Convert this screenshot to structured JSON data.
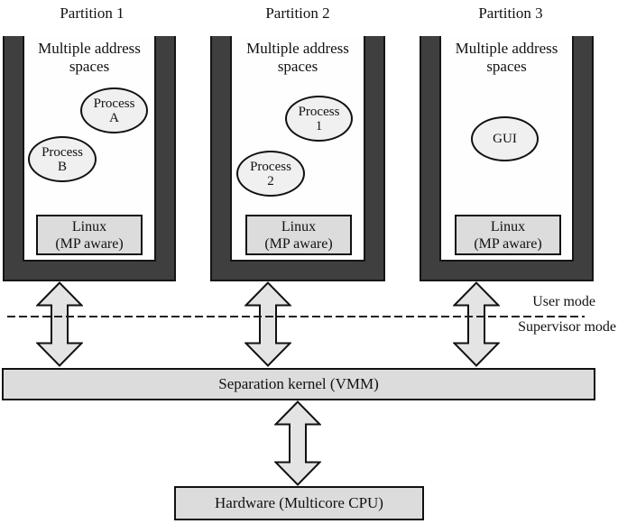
{
  "diagram": {
    "title_context": "Separation kernel virtualization architecture",
    "partitions": [
      {
        "title": "Partition 1",
        "subtitle": "Multiple address\nspaces",
        "processes": [
          {
            "label": "Process\nA"
          },
          {
            "label": "Process\nB"
          }
        ],
        "os_label": "Linux\n(MP aware)"
      },
      {
        "title": "Partition 2",
        "subtitle": "Multiple address\nspaces",
        "processes": [
          {
            "label": "Process\n1"
          },
          {
            "label": "Process\n2"
          }
        ],
        "os_label": "Linux\n(MP aware)"
      },
      {
        "title": "Partition 3",
        "subtitle": "Multiple address\nspaces",
        "processes": [
          {
            "label": "GUI"
          }
        ],
        "os_label": "Linux\n(MP aware)"
      }
    ],
    "mode_labels": {
      "user": "User mode",
      "supervisor": "Supervisor mode"
    },
    "kernel_label": "Separation kernel (VMM)",
    "hardware_label": "Hardware (Multicore CPU)",
    "icons": {
      "arrows": "double-headed-vertical-arrow"
    },
    "colors": {
      "wall": "#3f3f3f",
      "outline": "#151515",
      "box_fill": "#dcdcdc",
      "ellipse_fill": "#f0f0f0",
      "arrow_fill": "#e4e4e4",
      "background": "#ffffff"
    }
  }
}
